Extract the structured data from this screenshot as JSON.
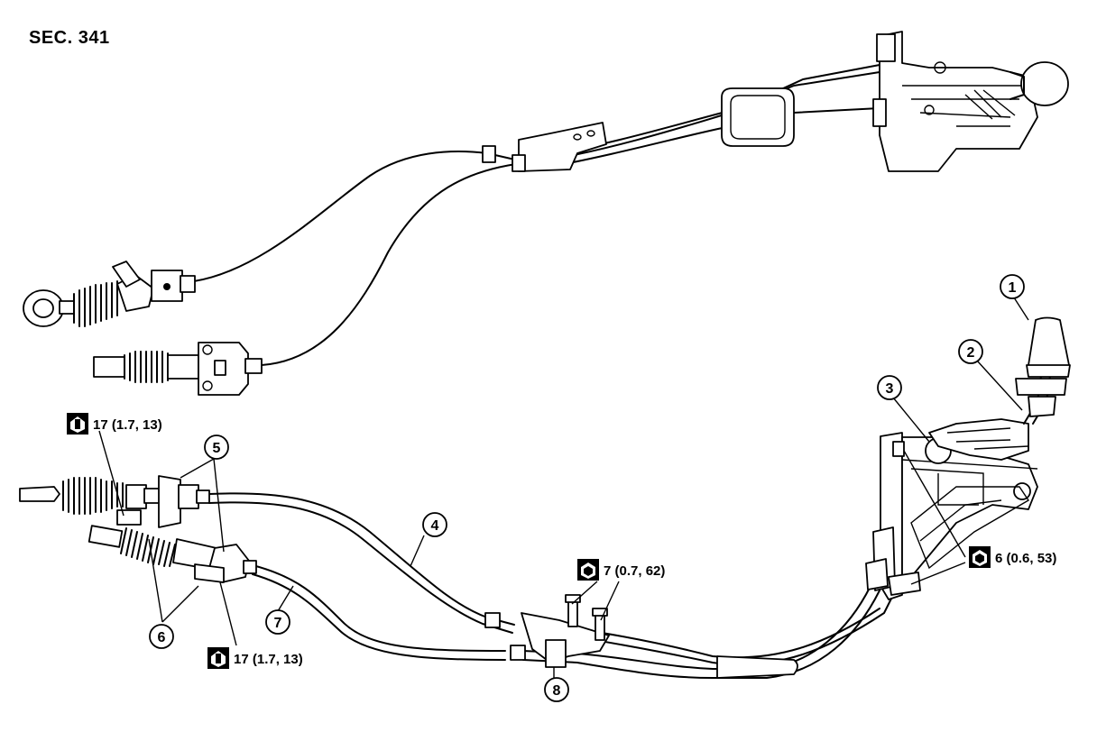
{
  "section_label": "SEC. 341",
  "callouts": [
    {
      "id": "c1",
      "text": "1"
    },
    {
      "id": "c2",
      "text": "2"
    },
    {
      "id": "c3",
      "text": "3"
    },
    {
      "id": "c4",
      "text": "4"
    },
    {
      "id": "c5",
      "text": "5"
    },
    {
      "id": "c6",
      "text": "6"
    },
    {
      "id": "c7",
      "text": "7"
    },
    {
      "id": "c8",
      "text": "8"
    }
  ],
  "torque_specs": [
    {
      "id": "t1",
      "text": "17 (1.7, 13)"
    },
    {
      "id": "t2",
      "text": "17 (1.7, 13)"
    },
    {
      "id": "t3",
      "text": "7 (0.7, 62)"
    },
    {
      "id": "t4",
      "text": "6 (0.6, 53)"
    }
  ],
  "icons": {
    "torque_wrench": "torque-wrench-icon",
    "torque_socket": "torque-socket-icon"
  },
  "colors": {
    "line": "#000000",
    "background": "#ffffff"
  }
}
